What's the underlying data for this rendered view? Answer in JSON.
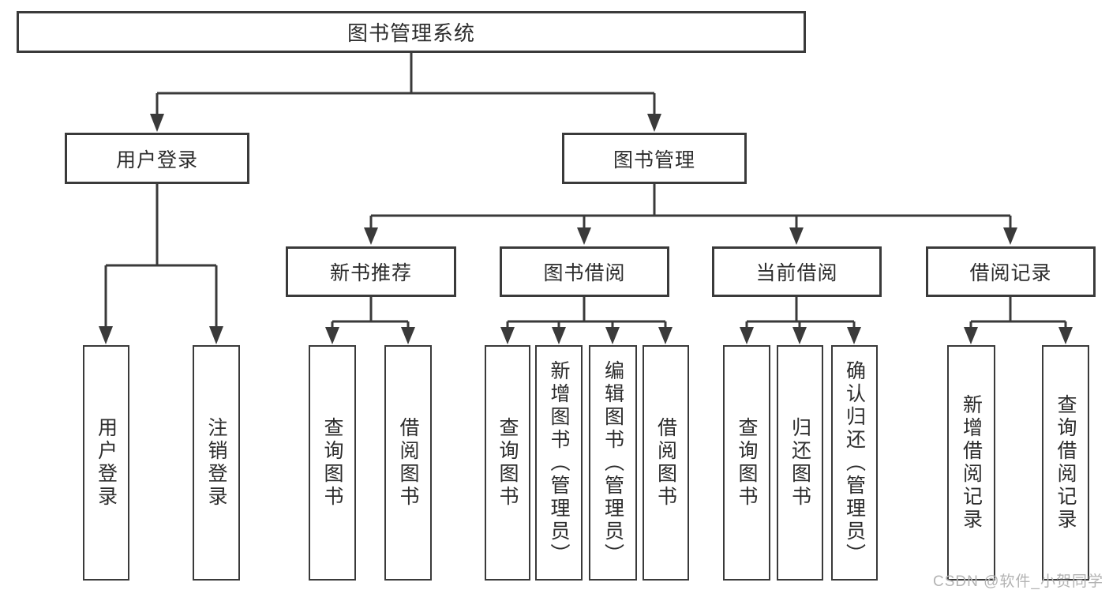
{
  "tree": {
    "label": "图书管理系统",
    "children": [
      {
        "label": "用户登录",
        "children": [
          {
            "label": "用户登录"
          },
          {
            "label": "注销登录"
          }
        ]
      },
      {
        "label": "图书管理",
        "children": [
          {
            "label": "新书推荐",
            "children": [
              {
                "label": "查询图书"
              },
              {
                "label": "借阅图书"
              }
            ]
          },
          {
            "label": "图书借阅",
            "children": [
              {
                "label": "查询图书"
              },
              {
                "label": "新增图书（管理员）"
              },
              {
                "label": "编辑图书（管理员）"
              },
              {
                "label": "借阅图书"
              }
            ]
          },
          {
            "label": "当前借阅",
            "children": [
              {
                "label": "查询图书"
              },
              {
                "label": "归还图书"
              },
              {
                "label": "确认归还（管理员）"
              }
            ]
          },
          {
            "label": "借阅记录",
            "children": [
              {
                "label": "新增借阅记录"
              },
              {
                "label": "查询借阅记录"
              }
            ]
          }
        ]
      }
    ]
  },
  "watermark": {
    "text": "CSDN @软件_小贺同学"
  },
  "colors": {
    "line": "#3a3a3a",
    "box_border": "#3a3a3a",
    "text": "#2d2d2d",
    "background": "#ffffff",
    "watermark": "#b3b3b3"
  }
}
